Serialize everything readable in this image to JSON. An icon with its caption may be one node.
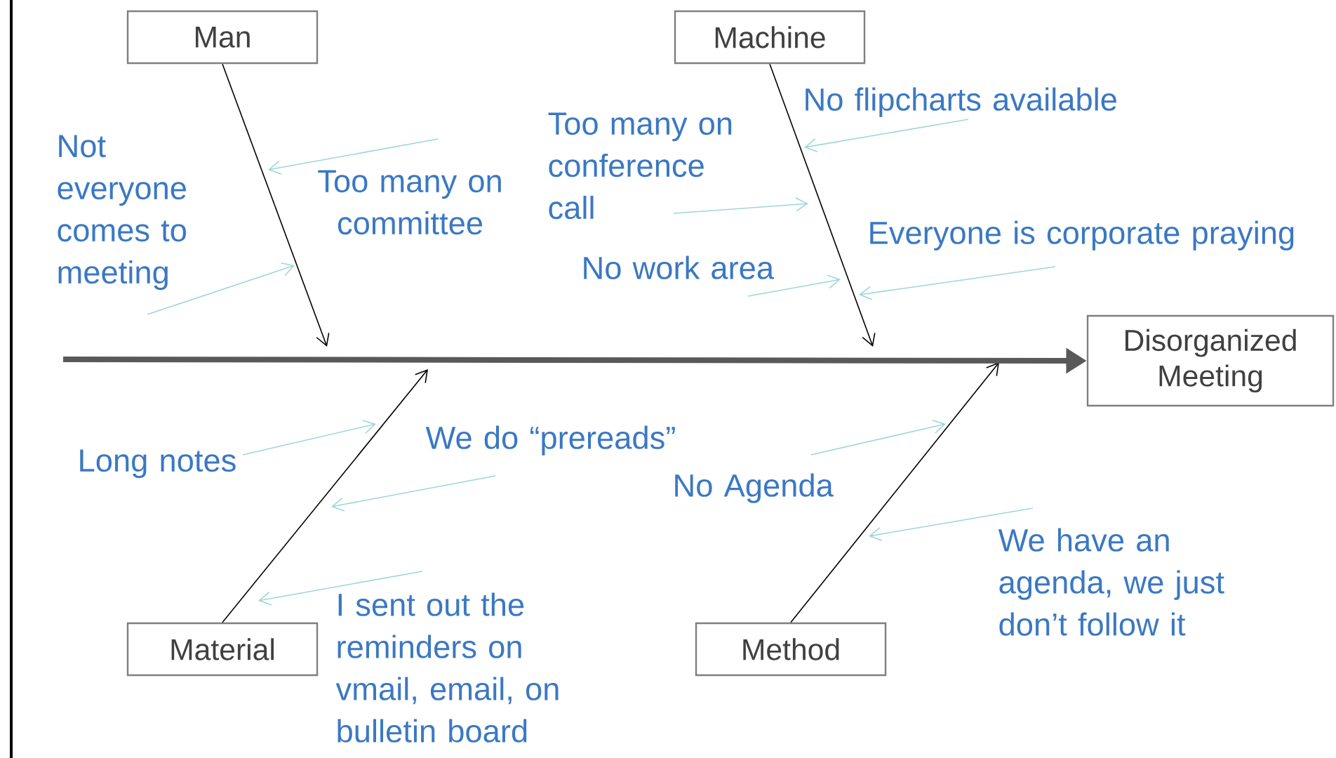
{
  "diagram": {
    "nodes": [
      {
        "text": [
          "Man"
        ]
      },
      {
        "text": [
          "Machine"
        ]
      },
      {
        "text": [
          "Disorganized Meeting"
        ]
      },
      {
        "text": [
          "Material"
        ]
      },
      {
        "text": [
          "Method"
        ]
      },
      {
        "text": [
          "Not everyone comes to meeting"
        ]
      },
      {
        "text": [
          "Too many on committee"
        ]
      },
      {
        "text": [
          "Too many on conference call"
        ]
      },
      {
        "text": [
          "No flipcharts available"
        ]
      },
      {
        "text": [
          "No work area"
        ]
      },
      {
        "text": [
          "Everyone is corporate praying"
        ]
      },
      {
        "text": [
          "Long notes"
        ]
      },
      {
        "text": [
          "We do “prereads”"
        ]
      },
      {
        "text": [
          "I sent out the reminders on vmail, email, on bulletin board"
        ]
      },
      {
        "text": [
          "No Agenda"
        ]
      },
      {
        "text": [
          "We have an agenda, we just don’t follow it"
        ]
      }
    ],
    "edges": [
      {
        "from": 0,
        "to": null,
        "arrow": "to",
        "color": "#000000"
      },
      {
        "from": 1,
        "to": null,
        "arrow": "to",
        "color": "#000000"
      },
      {
        "from": 3,
        "to": null,
        "arrow": "to",
        "color": "#000000"
      },
      {
        "from": 4,
        "to": null,
        "arrow": "to",
        "color": "#000000"
      },
      {
        "from": null,
        "to": 2,
        "arrow": "to",
        "style": "thick",
        "color": "#595959"
      },
      {
        "from": 5,
        "to": null,
        "arrow": "to"
      },
      {
        "from": 6,
        "to": null,
        "arrow": "to"
      },
      {
        "from": 7,
        "to": null,
        "arrow": "to"
      },
      {
        "from": 8,
        "to": null,
        "arrow": "to"
      },
      {
        "from": 9,
        "to": null,
        "arrow": "to"
      },
      {
        "from": 10,
        "to": null,
        "arrow": "to"
      },
      {
        "from": 11,
        "to": null,
        "arrow": "to"
      },
      {
        "from": 12,
        "to": null,
        "arrow": "to"
      },
      {
        "from": 13,
        "to": null,
        "arrow": "to"
      },
      {
        "from": 14,
        "to": null,
        "arrow": "to"
      },
      {
        "from": 15,
        "to": null,
        "arrow": "to"
      }
    ]
  }
}
